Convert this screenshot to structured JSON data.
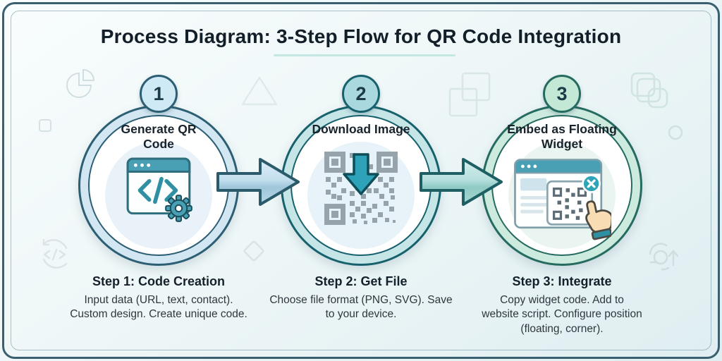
{
  "title": {
    "text": "Process Diagram: 3-Step Flow for QR Code Integration"
  },
  "steps": [
    {
      "number": "1",
      "heading": "Generate QR Code",
      "icon": "code-window-gear-icon",
      "footer_title": "Step 1: Code Creation",
      "footer_text": "Input data (URL, text, contact). Custom design. Create unique code.",
      "badge_color": "#cfe9f5",
      "ring_color": "#d3e7f2"
    },
    {
      "number": "2",
      "heading": "Download Image",
      "icon": "qr-download-icon",
      "footer_title": "Step 2: Get File",
      "footer_text": "Choose file format (PNG, SVG). Save to your device.",
      "badge_color": "#a9d9de",
      "ring_color": "#c6e5e7"
    },
    {
      "number": "3",
      "heading": "Embed as Floating Widget",
      "icon": "widget-embed-cursor-icon",
      "footer_title": "Step 3: Integrate",
      "footer_text": "Copy widget code. Add to website script. Configure position (floating, corner).",
      "badge_color": "#c3e8d6",
      "ring_color": "#cdeade"
    }
  ],
  "colors": {
    "accent_teal": "#2fa3b8",
    "arrow_blue": "#b7d8e8",
    "arrow_teal": "#a8d8d3",
    "ring_stroke_dark": "#1f5f6e",
    "title_underline": "#c4e7e2",
    "frame_border": "#3a5f6e",
    "text_dark": "#14202a"
  },
  "decorations": [
    "pie-chart-icon",
    "small-square-icon",
    "triangle-icon",
    "overlapping-squares-icon",
    "stacked-squares-icon",
    "small-circle-icon",
    "diamond-icon",
    "code-cycle-icon",
    "sync-icon"
  ]
}
